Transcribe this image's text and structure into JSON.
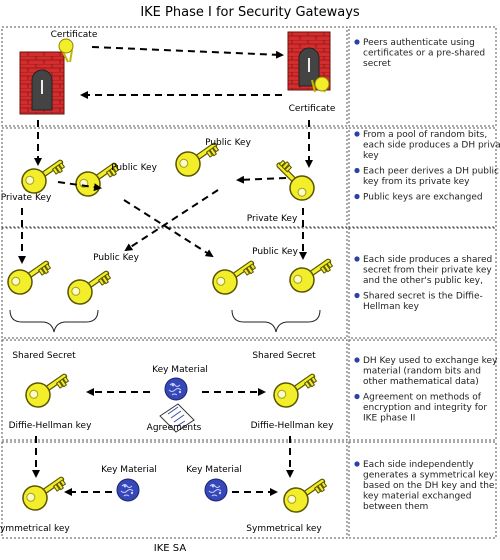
{
  "title": "IKE Phase I for Security  Gateways",
  "footer": "IKE SA",
  "labels": {
    "certificate_left": "Certificate",
    "certificate_right": "Certificate",
    "private_key_left": "Private Key",
    "private_key_right": "Private Key",
    "public_key_1": "Public Key",
    "public_key_2": "Public Key",
    "public_key_3": "Public Key",
    "public_key_4": "Public Key",
    "shared_secret_left": "Shared Secret",
    "shared_secret_right": "Shared Secret",
    "key_material_mid": "Key Material",
    "agreements": "Agreements",
    "dh_key_left": "Diffie-Hellman key",
    "dh_key_right": "Diffie-Hellman key",
    "key_material_left": "Key Material",
    "key_material_right": "Key Material",
    "symmetrical_key_left": "Symmetrical key",
    "symmetrical_key_right": "Symmetrical key"
  },
  "notes": [
    [
      [
        "Peers authenticate using",
        "certificates or a pre-shared",
        "secret"
      ]
    ],
    [
      [
        "From a pool of random bits,",
        "each side produces a DH private",
        "key"
      ],
      [
        "Each peer derives a DH public",
        "key from its private key"
      ],
      [
        "Public keys are exchanged"
      ]
    ],
    [
      [
        "Each side produces a shared",
        "secret from their private key",
        "and the other's public key,"
      ],
      [
        "Shared secret is the Diffie-",
        "Hellman key"
      ]
    ],
    [
      [
        "DH Key used to exchange key",
        "material (random bits and",
        "other mathematical data)"
      ],
      [
        "Agreement on methods of",
        "encryption and integrity for",
        "IKE phase II"
      ]
    ],
    [
      [
        "Each side independently",
        "generates a symmetrical key",
        "based on the DH key and the",
        "key material exchanged",
        "between them"
      ]
    ]
  ],
  "colors": {
    "key_yellow": "#f2ef2a",
    "key_outline": "#5a5400",
    "bullet_blue": "#2e3fa8",
    "wall_red": "#d42d2d",
    "material_blue": "#3648b8"
  }
}
